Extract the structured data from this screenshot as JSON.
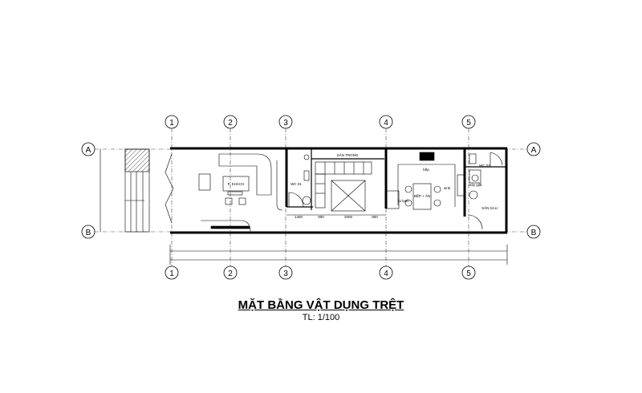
{
  "drawing": {
    "title": "MẶT BẰNG VẬT DỤNG TRỆT",
    "scale": "TL: 1/100",
    "grid_columns": [
      "1",
      "2",
      "3",
      "4",
      "5"
    ],
    "grid_rows": [
      "A",
      "B"
    ],
    "rooms": {
      "living": "P. KHÁCH",
      "wc1": "WC 01",
      "inner_yard": "SÂN TRONG",
      "kitchen_dining": "BẾP + ĂN",
      "stove": "bếp",
      "fridge": "tủ lạnh",
      "sink": "sink",
      "wc2": "WC 02",
      "washer": "máy giặt",
      "back_yard": "SÂN SAU"
    },
    "dimensions": [
      "1400",
      "900",
      "2000",
      "900"
    ],
    "colors": {
      "line": "#000000",
      "hatch": "#555555"
    }
  }
}
